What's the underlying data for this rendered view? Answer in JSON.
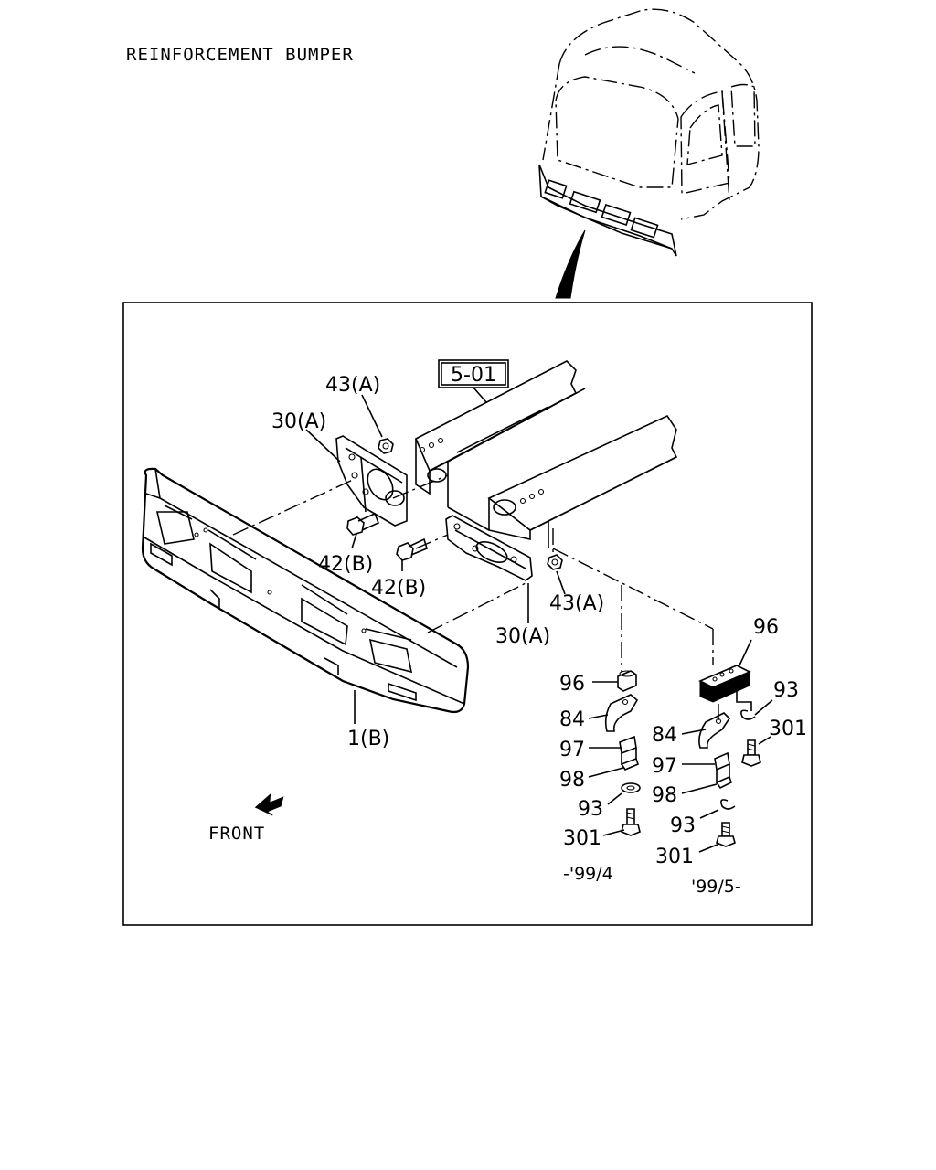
{
  "title": "REINFORCEMENT BUMPER",
  "ref_box": "5-01",
  "front_label": "FRONT",
  "callouts": {
    "c43a_top": "43(A)",
    "c30a_top": "30(A)",
    "c42b_left": "42(B)",
    "c42b_right": "42(B)",
    "c43a_bottom": "43(A)",
    "c30a_bottom": "30(A)",
    "c1b": "1(B)",
    "c96_left": "96",
    "c84_left": "84",
    "c97_left": "97",
    "c98_left": "98",
    "c93_left": "93",
    "c301_left": "301",
    "c96_right": "96",
    "c93_right_top": "93",
    "c301_right_top": "301",
    "c84_right": "84",
    "c97_right": "97",
    "c98_right": "98",
    "c93_right_bottom": "93",
    "c301_right_bottom": "301"
  },
  "date_ranges": {
    "left": "-'99/4",
    "right": "'99/5-"
  },
  "colors": {
    "ink": "#000000",
    "paper": "#ffffff"
  }
}
